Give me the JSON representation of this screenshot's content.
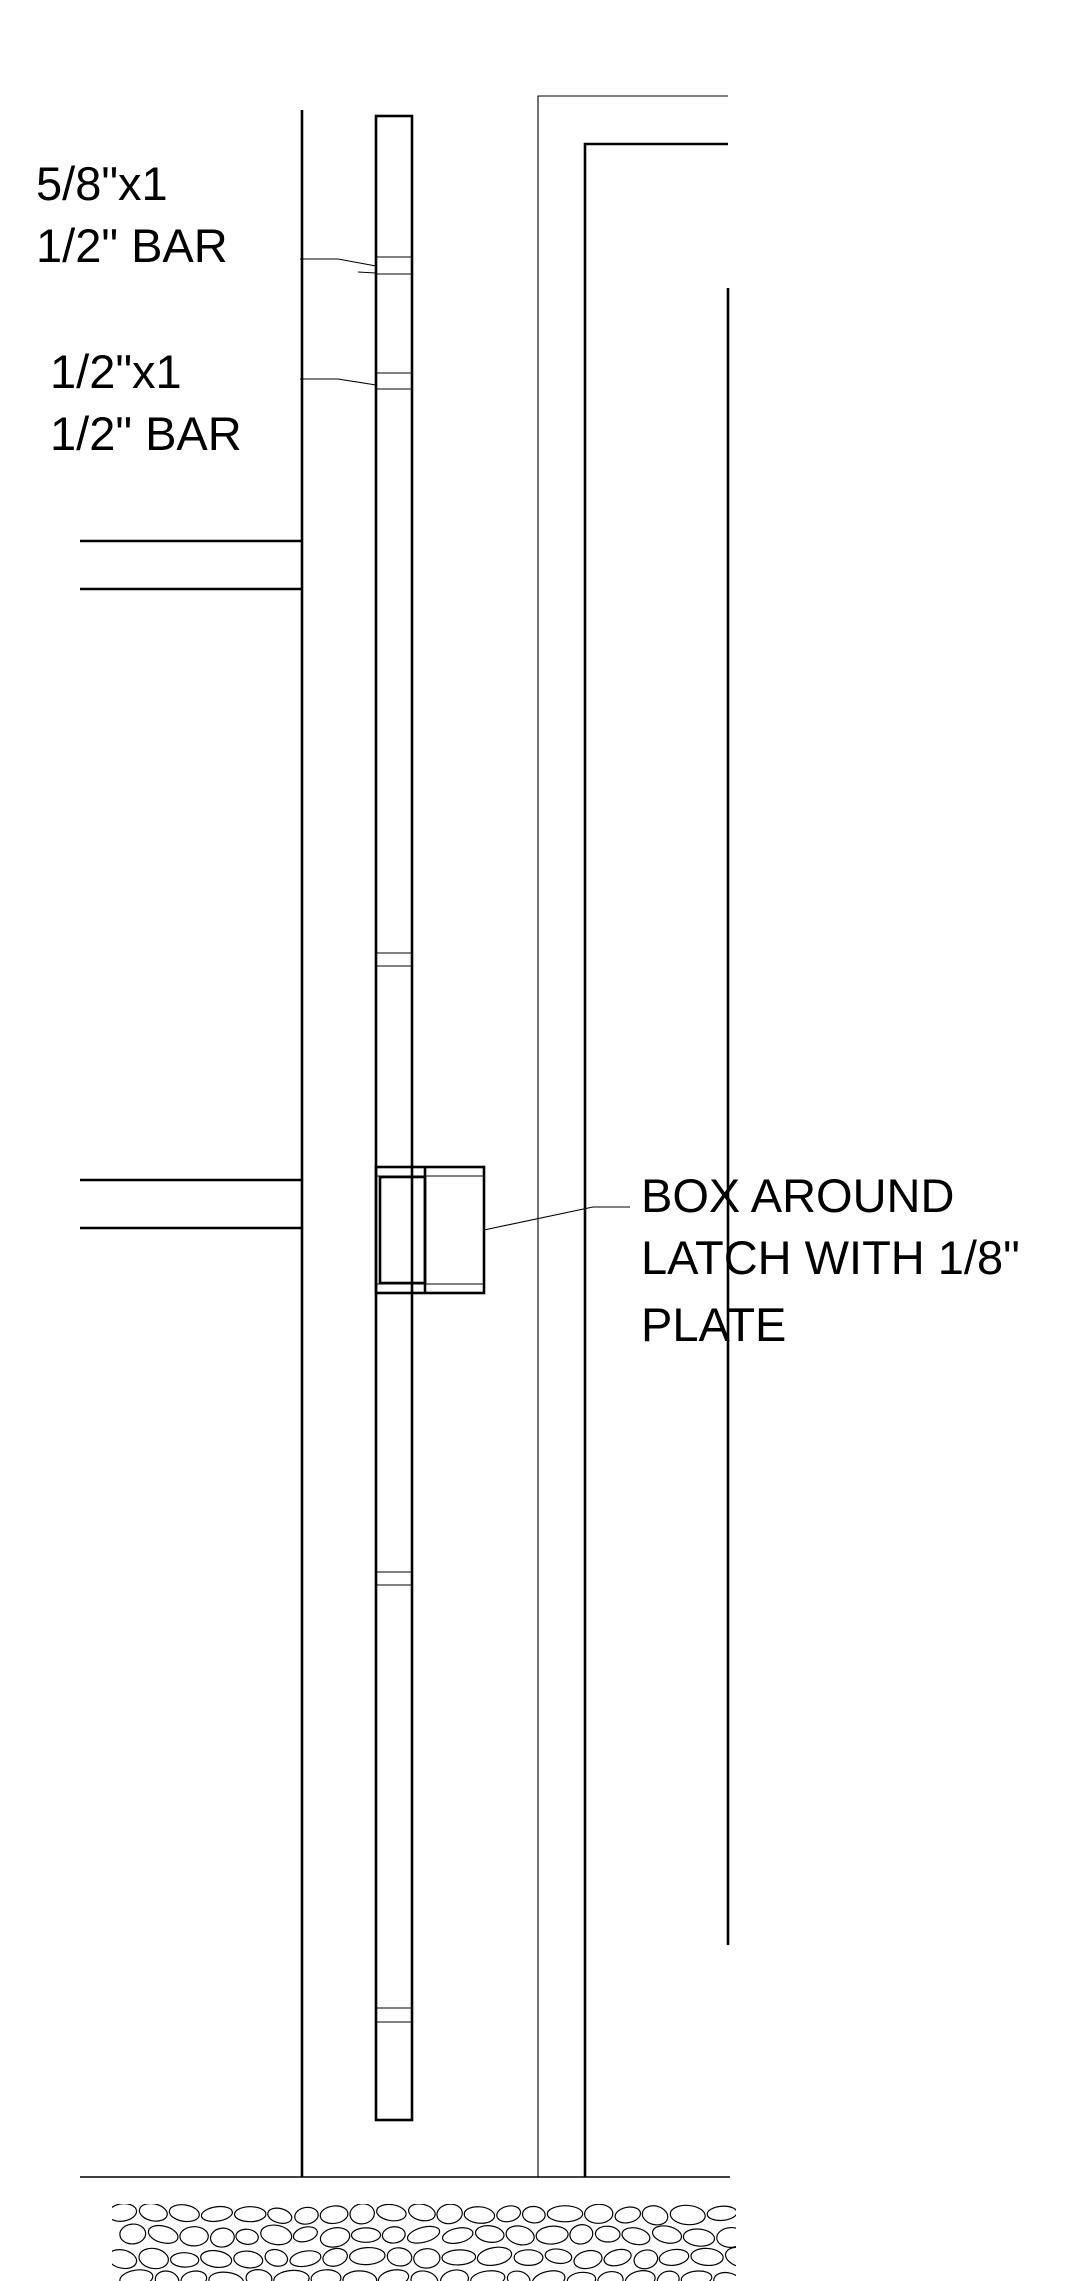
{
  "drawing": {
    "labels": {
      "bar_5_8": {
        "line1": "5/8\"x1",
        "line2": "1/2\" BAR"
      },
      "bar_1_2": {
        "line1": "1/2\"x1",
        "line2": "1/2\" BAR"
      },
      "latch_box": {
        "line1": "BOX AROUND",
        "line2": "LATCH WITH 1/8\"",
        "line3": "PLATE"
      }
    },
    "ground_fill": "gravel-pattern",
    "line_color": "#000000",
    "background_color": "#ffffff"
  }
}
